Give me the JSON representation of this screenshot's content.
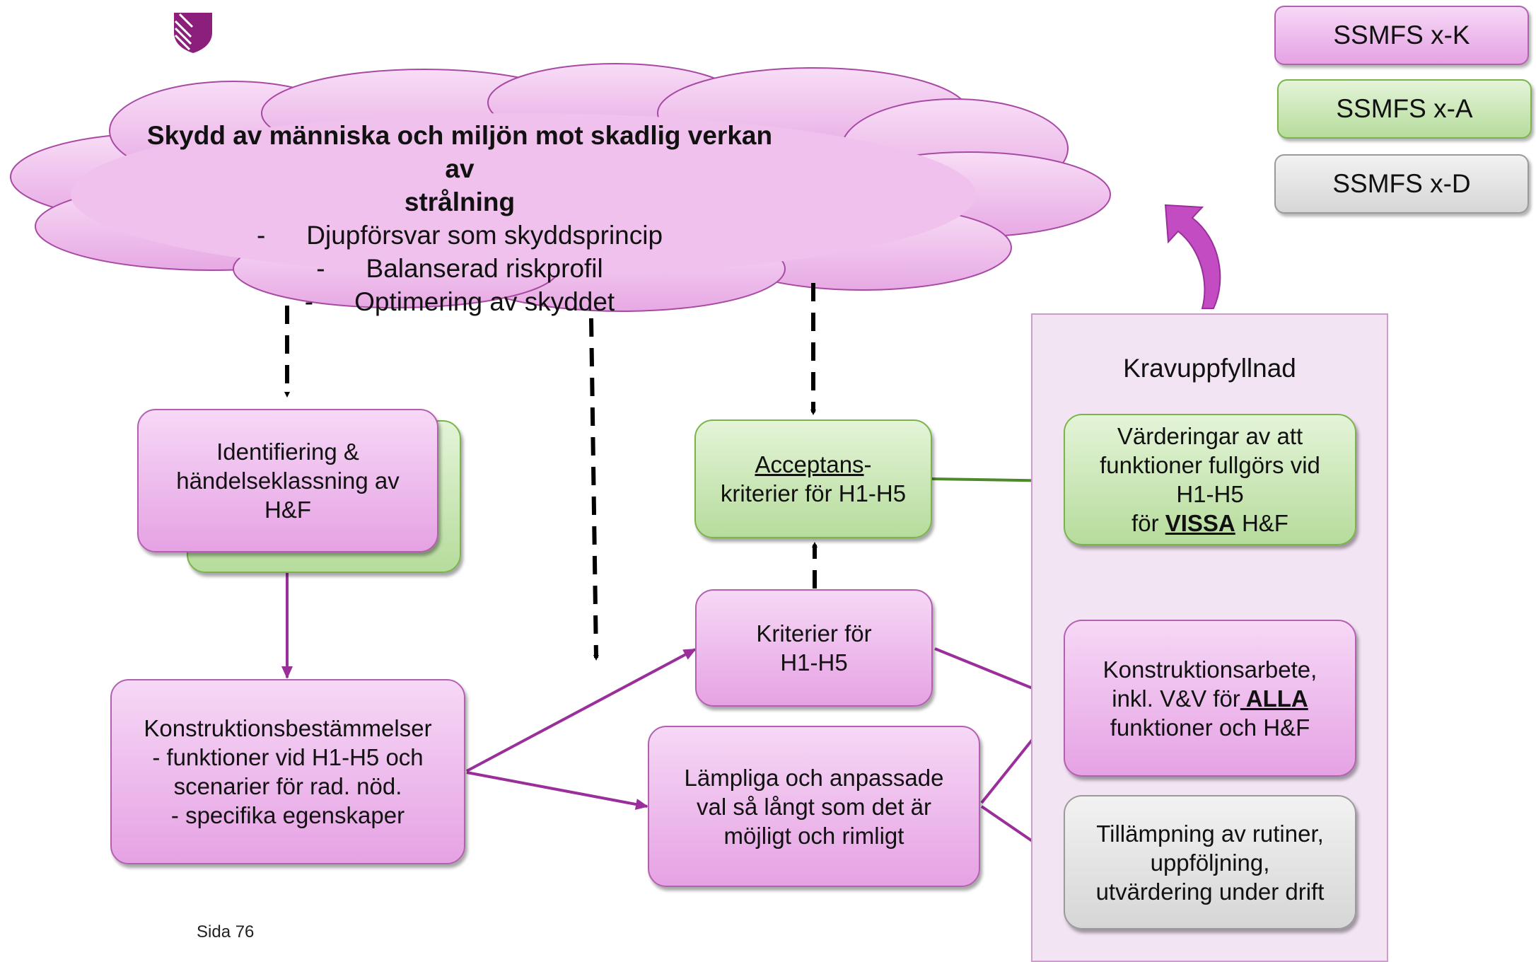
{
  "cloud": {
    "title_line1": "Skydd av människa och miljön mot skadlig verkan av",
    "title_line2": "strålning",
    "bullets": [
      "Djupförsvar som skyddsprincip",
      "Balanserad riskprofil",
      "Optimering av skyddet"
    ],
    "bullet_dash": "-"
  },
  "legend": [
    {
      "label": "SSMFS x-K",
      "color": "#e9aee8"
    },
    {
      "label": "SSMFS x-A",
      "color": "#bfe0a6"
    },
    {
      "label": "SSMFS x-D",
      "color": "#d9d9d9"
    }
  ],
  "boxes": {
    "identifiering": {
      "lines": [
        "Identifiering &",
        "händelseklassning av",
        "H&F"
      ]
    },
    "konstruktionsbestammelser": {
      "lines": [
        "Konstruktionsbestämmelser",
        "- funktioner vid H1-H5 och",
        "scenarier för rad. nöd.",
        "- specifika egenskaper"
      ]
    },
    "acceptans": {
      "line1_underlined": "Acceptans",
      "line1_rest": "-",
      "line2": "kriterier för H1-H5"
    },
    "kriterier": {
      "lines": [
        "Kriterier för",
        "H1-H5"
      ]
    },
    "lampliga": {
      "lines": [
        "Lämpliga och anpassade",
        "val så långt som det är",
        "möjligt och rimligt"
      ]
    },
    "varderingar": {
      "lines": [
        "Värderingar av att",
        "funktioner fullgörs vid",
        "H1-H5"
      ],
      "last_pre": "för ",
      "last_bold": "VISSA",
      "last_post": " H&F"
    },
    "konstruktionsarbete": {
      "line1": "Konstruktionsarbete,",
      "line2_pre": "inkl. V&V för",
      "line2_bold": " ALLA",
      "line3": "funktioner och H&F"
    },
    "tillampning": {
      "lines": [
        "Tillämpning av rutiner,",
        "uppföljning,",
        "utvärdering under drift"
      ]
    }
  },
  "panel": {
    "title": "Kravuppfyllnad"
  },
  "footer": {
    "page": "Sida 76"
  },
  "colors": {
    "purple_arrow": "#9a2e9a",
    "green_arrow": "#4f8a2a",
    "logo": "#8c1f7c"
  }
}
